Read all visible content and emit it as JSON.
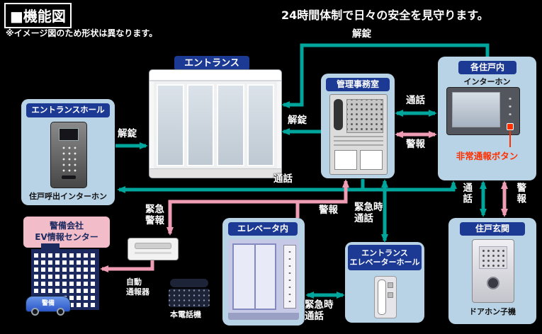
{
  "colors": {
    "teal": "#00a59b",
    "pink": "#ef9db4",
    "boxblue": "#b9d3e6",
    "labelblue": "#1c3a94",
    "navy": "#1c2a60",
    "pinkbox": "#f2bcc8",
    "red": "#ff3000"
  },
  "header": {
    "title": "■機能図",
    "note": "※イメージ図のため形状は異なります。",
    "tagline": "24時間体制で日々の安全を見守ります。"
  },
  "nodes": {
    "entrance": {
      "label": "エントランス"
    },
    "entrance_hall": {
      "label": "エントランスホール",
      "caption": "住戸呼出インターホン"
    },
    "office": {
      "label": "管理事務室"
    },
    "unit": {
      "label": "各住戸内",
      "device": "インターホン",
      "emergency_button": "非常通報ボタン"
    },
    "security": {
      "label": "警備会社\nEV情報センター",
      "car_label": "警備"
    },
    "auto_dialer": {
      "caption": "自動\n通報器"
    },
    "main_phone": {
      "caption": "本電話機"
    },
    "elevator": {
      "label": "エレベータ内"
    },
    "elevator_hall": {
      "label": "エントランス\nエレベーターホール"
    },
    "unit_entrance": {
      "label": "住戸玄関",
      "caption": "ドアホン子機"
    }
  },
  "arrows": {
    "unlock_from_unit": "解錠",
    "unlock_from_office": "解錠",
    "unlock_from_hall": "解錠",
    "talk_office_unit": "通話",
    "alarm_unit_office": "警報",
    "talk_trunk": "通話",
    "emergency_alarm": "緊急\n警報",
    "alarm_elevator": "警報",
    "emergency_talk_office": "緊急時\n通話",
    "talk_unit_door": "通話",
    "alarm_unit_door": "警報",
    "emergency_talk_hall": "緊急時\n通話"
  }
}
